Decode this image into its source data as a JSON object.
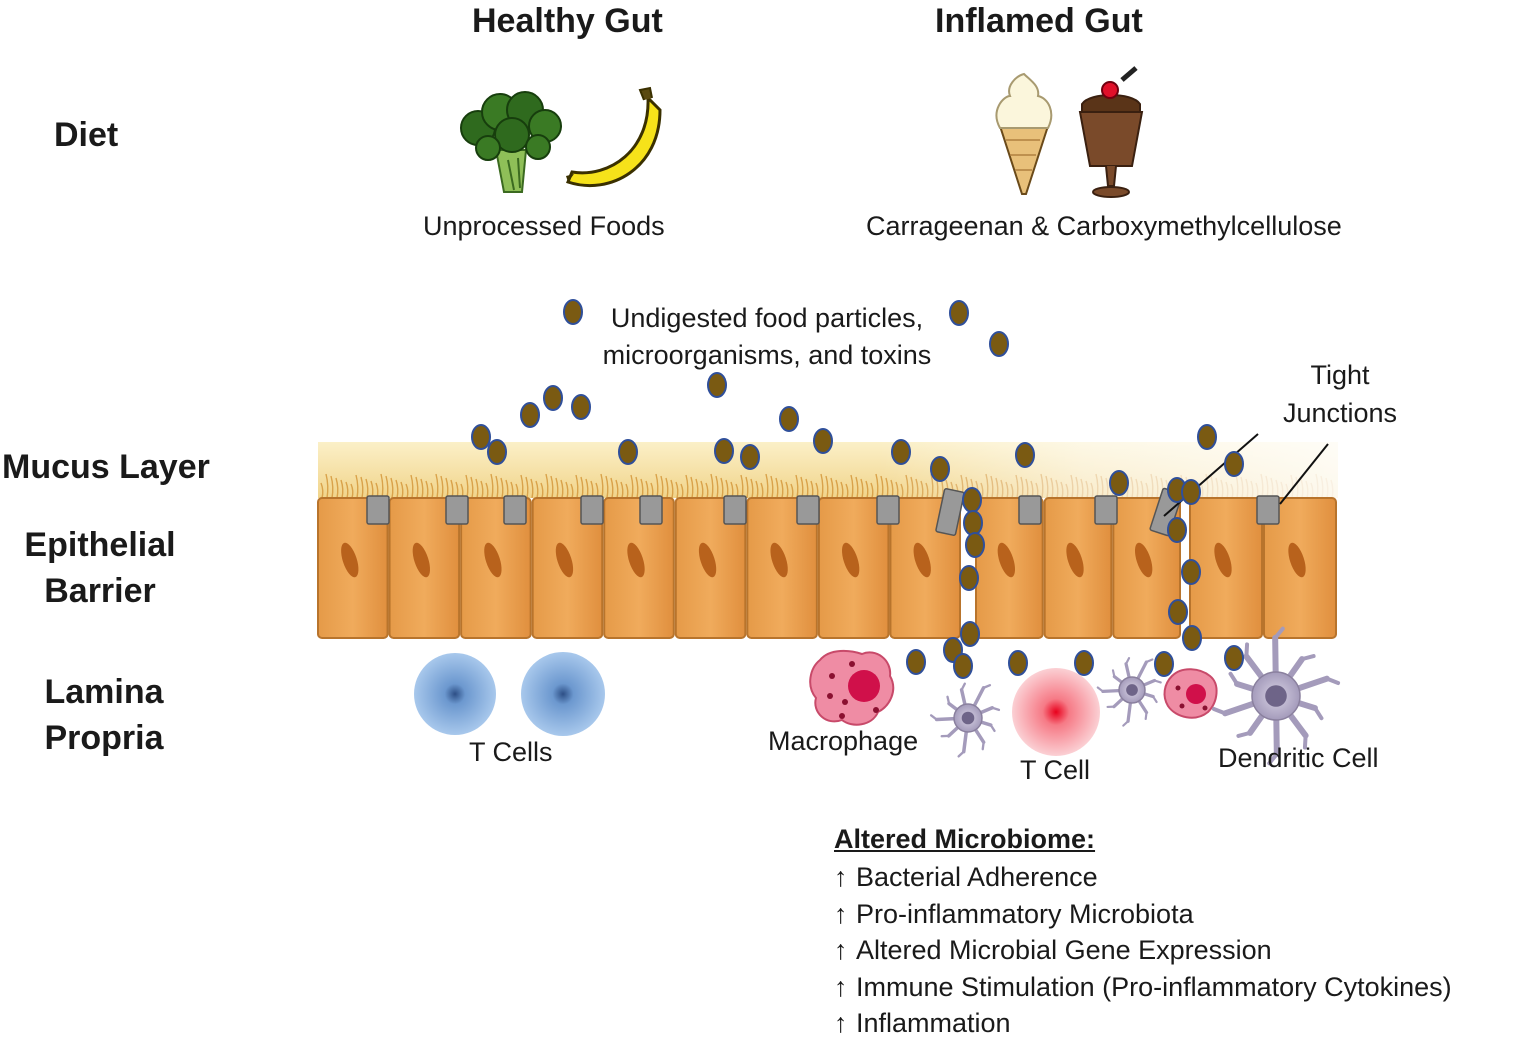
{
  "columns": {
    "healthy": "Healthy Gut",
    "inflamed": "Inflamed Gut"
  },
  "rows": {
    "diet": "Diet",
    "mucus": "Mucus Layer",
    "epithelial_1": "Epithelial",
    "epithelial_2": "Barrier",
    "lamina_1": "Lamina",
    "lamina_2": "Propria"
  },
  "diet": {
    "healthy_caption": "Unprocessed Foods",
    "inflamed_caption": "Carrageenan & Carboxymethylcellulose"
  },
  "particles": {
    "line1": "Undigested food particles,",
    "line2": "microorganisms, and toxins"
  },
  "labels": {
    "tight_1": "Tight",
    "tight_2": "Junctions",
    "t_cells": "T Cells",
    "macrophage": "Macrophage",
    "t_cell": "T Cell",
    "dendritic": "Dendritic Cell"
  },
  "microbiome": {
    "title": "Altered Microbiome:",
    "arrow": "↑",
    "items": [
      "Bacterial Adherence",
      "Pro-inflammatory Microbiota",
      "Altered Microbial Gene Expression",
      "Immune Stimulation (Pro-inflammatory Cytokines)",
      "Inflammation"
    ]
  },
  "colors": {
    "particle_fill": "#7a5a12",
    "particle_stroke": "#2f4f9a",
    "epithelium": "#e8a04e",
    "nucleus": "#b8621c",
    "tight_junction": "#999999",
    "mucus": "#f7dfa0",
    "t_cell_healthy": "#8fb8e4",
    "t_cell_inflamed": "#f4a0a8",
    "macrophage": "#e0607c",
    "dendritic": "#b0a8c4"
  }
}
